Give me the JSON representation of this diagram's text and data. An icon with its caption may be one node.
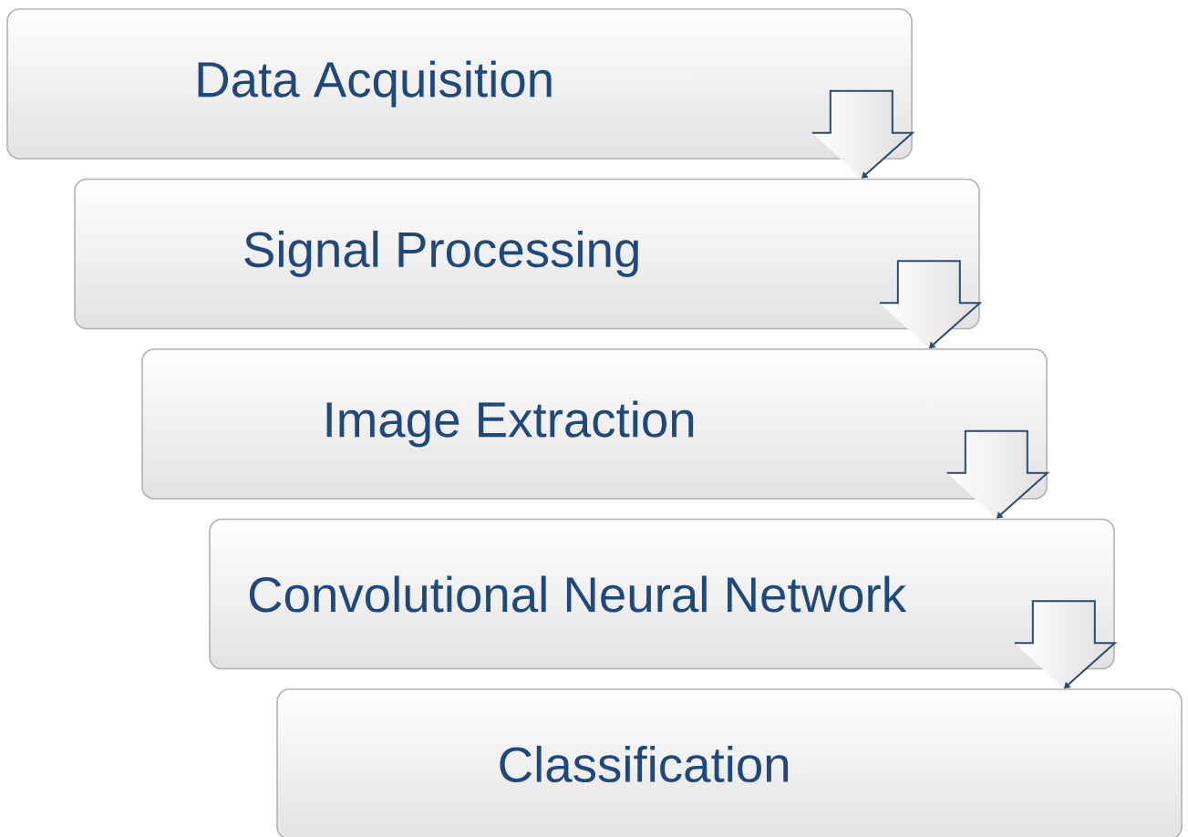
{
  "diagram": {
    "nodes": [
      {
        "text": [
          "Data Acquisition"
        ]
      },
      {
        "text": [
          "Signal Processing"
        ]
      },
      {
        "text": [
          "Image Extraction"
        ]
      },
      {
        "text": [
          "Convolutional Neural Network"
        ]
      },
      {
        "text": [
          "Classification"
        ]
      }
    ],
    "edges": [
      {
        "from": 0,
        "to": 1,
        "arrow": "to"
      },
      {
        "from": 1,
        "to": 2,
        "arrow": "to"
      },
      {
        "from": 2,
        "to": 3,
        "arrow": "to"
      },
      {
        "from": 3,
        "to": 4,
        "arrow": "to"
      }
    ]
  }
}
